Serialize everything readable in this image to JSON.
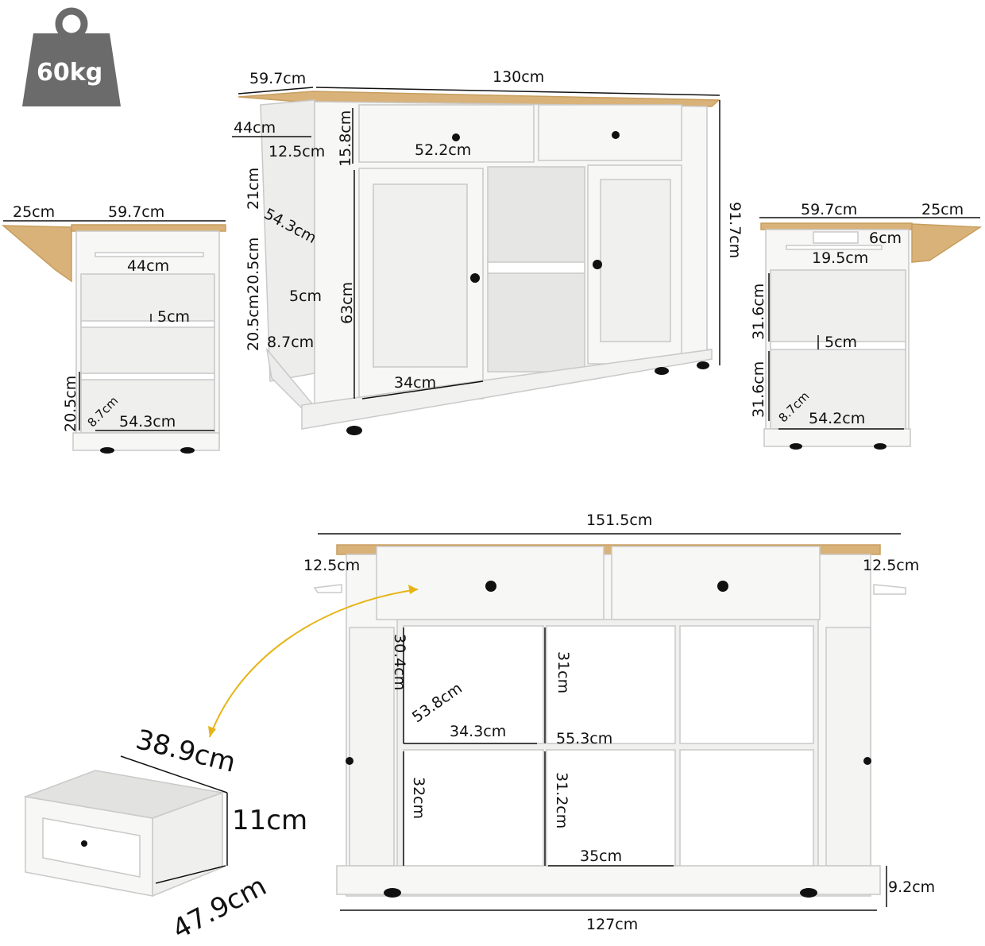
{
  "weight": {
    "label": "60kg",
    "icon": "weight-icon"
  },
  "colors": {
    "wood": "#d9b27a",
    "panel": "#f7f7f5",
    "line": "#c9c9c9",
    "weight": "#6b6b6b",
    "arrow": "#e7b416"
  },
  "side_left": {
    "top_flap": "25cm",
    "depth": "59.7cm",
    "towel_bar": "44cm",
    "shelf_gap": "5cm",
    "shelf_height": "20.5cm",
    "shelf_lip": "8.7cm",
    "shelf_width": "54.3cm"
  },
  "front_view": {
    "depth": "59.7cm",
    "width": "130cm",
    "towel_bar": "44cm",
    "bar_offset": "12.5cm",
    "drawer_height": "15.8cm",
    "drawer_width": "52.2cm",
    "side_shelf_1": "21cm",
    "side_shelf_depth": "54.3cm",
    "side_shelf_2": "20.5cm",
    "side_gap": "5cm",
    "side_shelf_3": "20.5cm",
    "side_lip": "8.7cm",
    "cabinet_height": "63cm",
    "door_width": "34cm",
    "total_height": "91.7cm"
  },
  "side_right": {
    "depth": "59.7cm",
    "top_flap": "25cm",
    "outlet_height": "6cm",
    "outlet_width": "19.5cm",
    "shelf_height_1": "31.6cm",
    "shelf_gap": "5cm",
    "shelf_height_2": "31.6cm",
    "shelf_lip": "8.7cm",
    "shelf_width": "54.2cm"
  },
  "drawer_detail": {
    "width": "38.9cm",
    "height": "11cm",
    "depth": "47.9cm"
  },
  "open_view": {
    "total_width": "151.5cm",
    "left_overhang": "12.5cm",
    "right_overhang": "12.5cm",
    "left_upper_height": "30.4cm",
    "left_depth": "53.8cm",
    "left_width": "34.3cm",
    "mid_upper_height": "31cm",
    "mid_depth": "55.3cm",
    "left_lower_height": "32cm",
    "mid_lower_height": "31.2cm",
    "mid_width": "35cm",
    "base_height": "9.2cm",
    "base_width": "127cm"
  }
}
